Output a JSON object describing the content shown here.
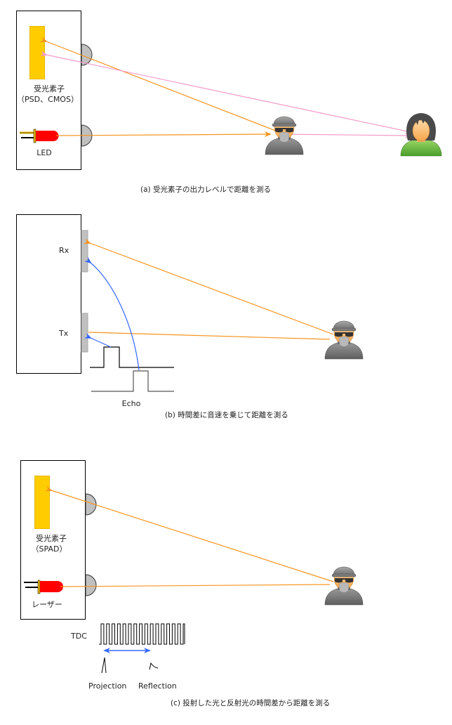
{
  "panel_a": {
    "sensor_label_line1": "受光素子",
    "sensor_label_line2": "（PSD、CMOS）",
    "emitter_label": "LED",
    "caption": "(a) 受光素子の出力レベルで距離を測る",
    "targets": [
      "near-person (sunglasses)",
      "far-person"
    ],
    "colors": {
      "outgoing": "#f7941d",
      "near_return": "#f7941d",
      "far_return": "#f49ac8",
      "sensor": "#ffcc00",
      "led": "#ff0000"
    }
  },
  "panel_b": {
    "rx_label": "Rx",
    "tx_label": "Tx",
    "echo_label": "Echo",
    "caption": "(b) 時間差に音速を乗じて距離を測る",
    "colors": {
      "beam": "#f7941d",
      "signal": "#3366ff"
    }
  },
  "panel_c": {
    "sensor_label_line1": "受光素子",
    "sensor_label_line2": "（SPAD）",
    "emitter_label": "レーザー",
    "tdc_label": "TDC",
    "projection_label": "Projection",
    "reflection_label": "Reflection",
    "caption": "(c) 投射した光と反射光の時間差から距離を測る",
    "colors": {
      "beam": "#f7941d",
      "interval": "#3366ff"
    }
  }
}
